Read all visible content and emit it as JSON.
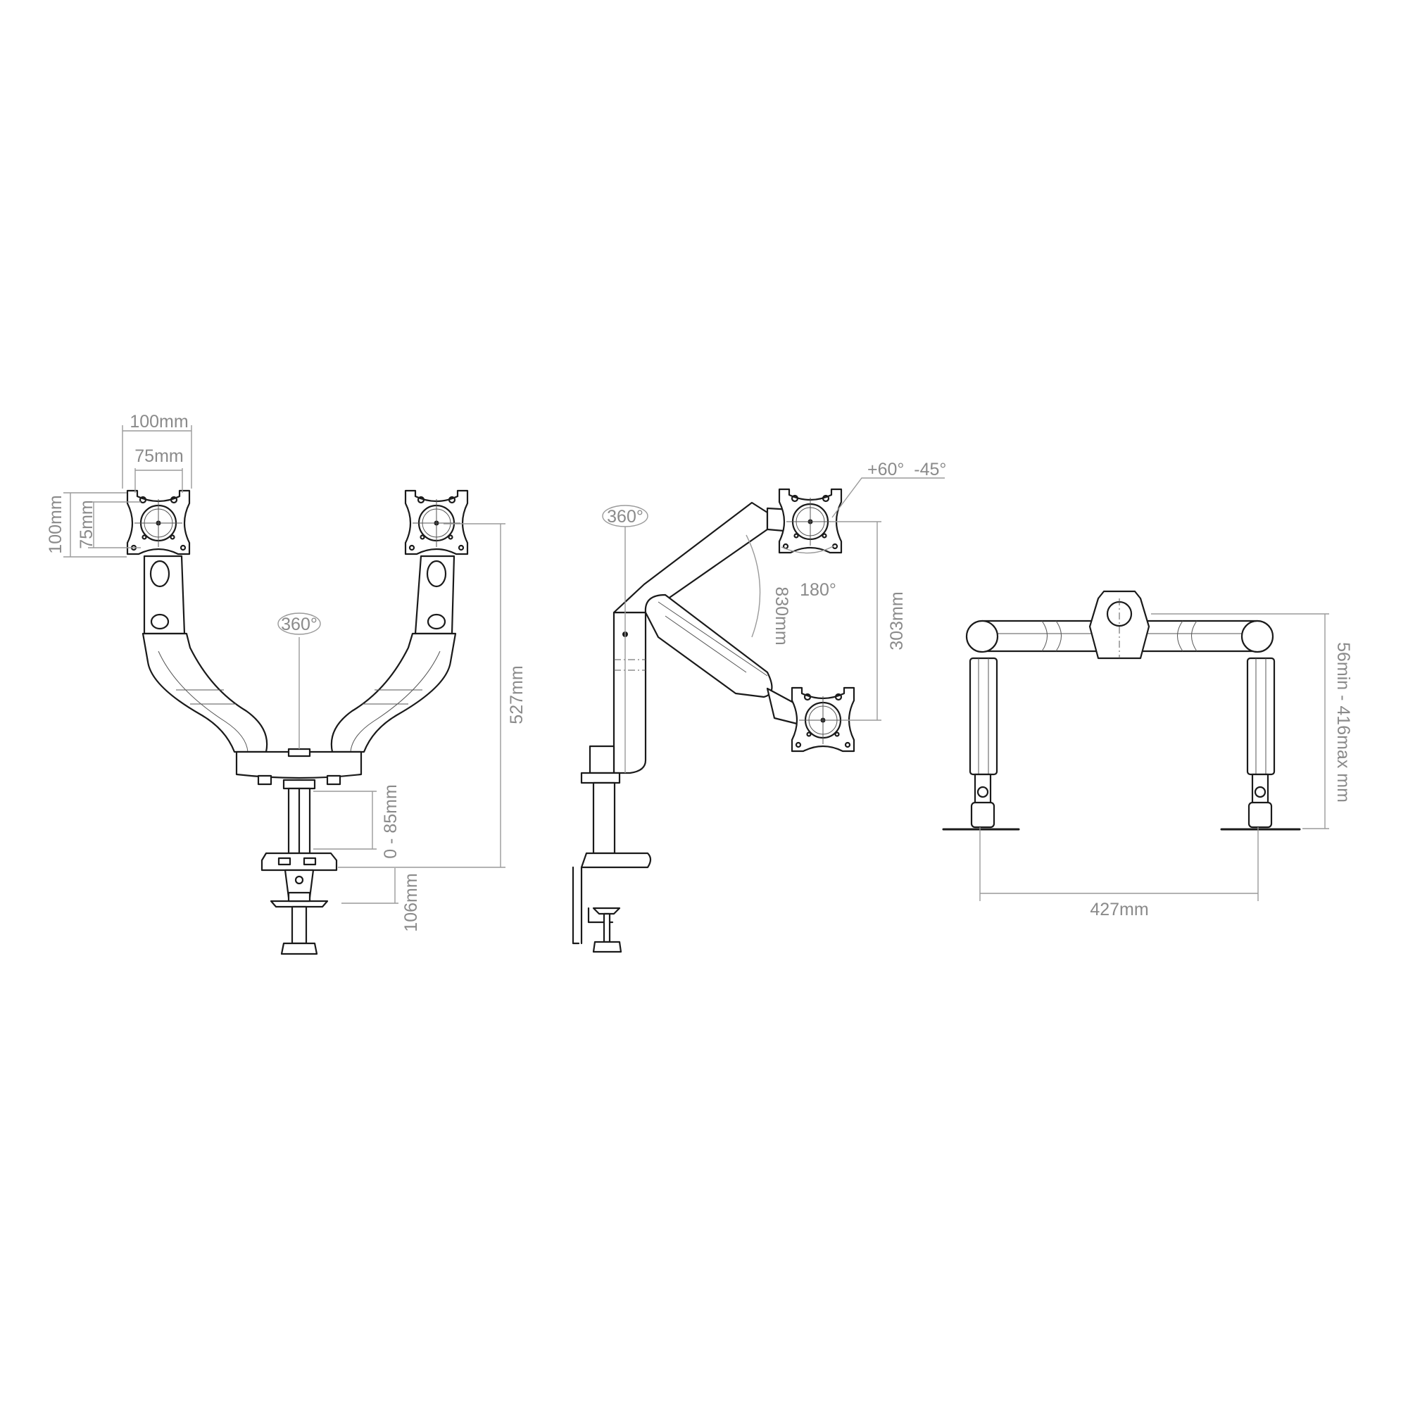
{
  "front_view": {
    "plate_width_outer": "100mm",
    "plate_width_inner": "75mm",
    "plate_height_outer": "100mm",
    "plate_height_inner": "75mm",
    "rotation": "360°",
    "total_height": "527mm",
    "pole_adjust": "0 - 85mm",
    "clamp_range": "106mm"
  },
  "side_view": {
    "rotation": "360°",
    "tilt": "+60°  -45°",
    "swivel": "180°",
    "reach": "830mm",
    "height_travel": "303mm"
  },
  "top_view": {
    "height_range": "56min - 416max mm",
    "spacing": "427mm"
  },
  "colors": {
    "line": "#1a1a1a",
    "dimension": "#8a8a8a"
  }
}
